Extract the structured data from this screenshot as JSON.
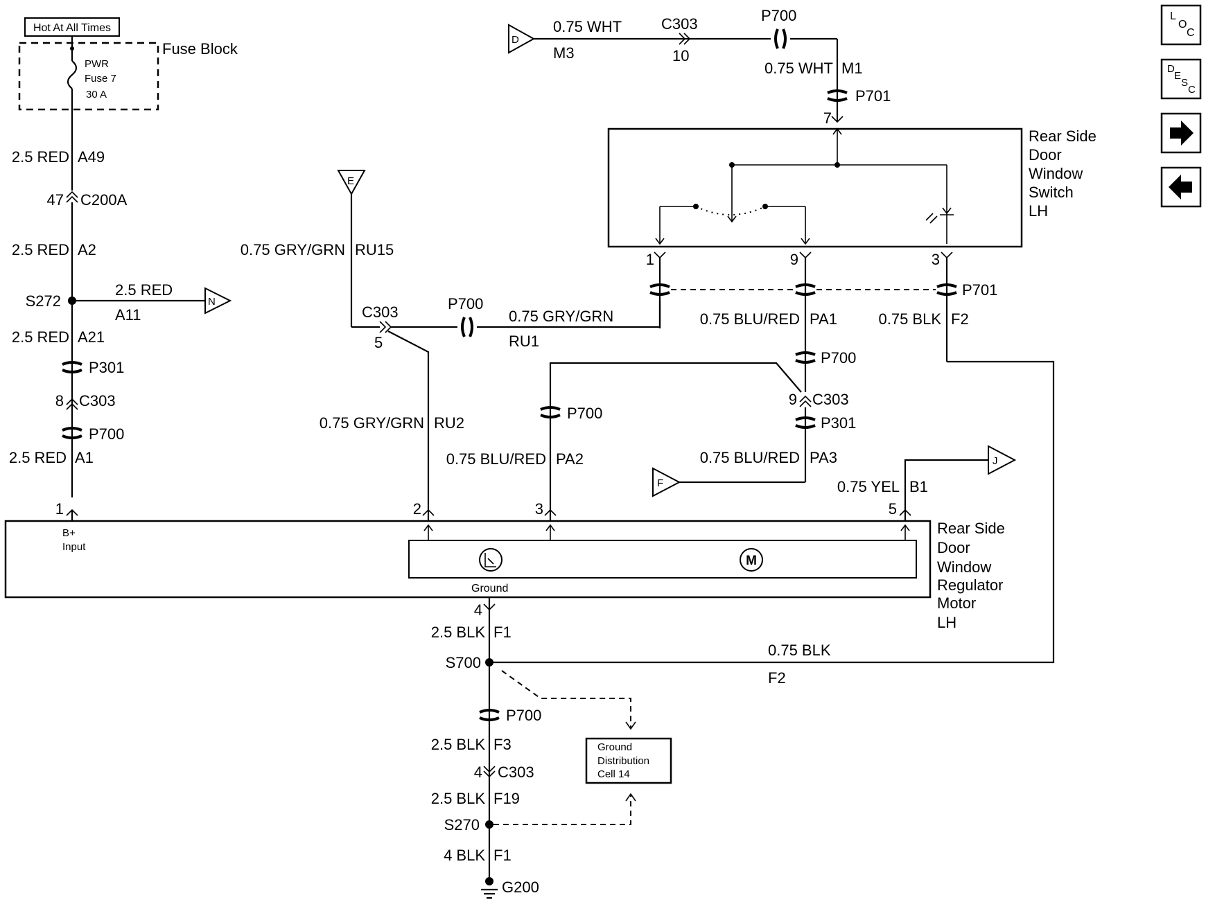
{
  "power": {
    "hot_label": "Hot At All Times",
    "fuse_block_label": "Fuse Block",
    "fuse_pwr": "PWR",
    "fuse_name": "Fuse 7",
    "fuse_rating": "30 A"
  },
  "wires": {
    "red_a49": "2.5 RED",
    "a49": "A49",
    "red_a2": "2.5 RED",
    "a2": "A2",
    "red_a11": "2.5 RED",
    "a11": "A11",
    "red_a21": "2.5 RED",
    "a21": "A21",
    "red_a1": "2.5 RED",
    "a1": "A1",
    "wht_m3": "0.75 WHT",
    "m3": "M3",
    "wht_m1": "0.75 WHT",
    "m1": "M1",
    "gry_ru15": "0.75 GRY/GRN",
    "ru15": "RU15",
    "gry_ru1": "0.75 GRY/GRN",
    "ru1": "RU1",
    "gry_ru2": "0.75 GRY/GRN",
    "ru2": "RU2",
    "blu_pa1": "0.75 BLU/RED",
    "pa1": "PA1",
    "blu_pa2": "0.75 BLU/RED",
    "pa2": "PA2",
    "blu_pa3": "0.75 BLU/RED",
    "pa3": "PA3",
    "blk_f2_top": "0.75 BLK",
    "f2_top": "F2",
    "yel_b1": "0.75 YEL",
    "b1": "B1",
    "blk_f1": "2.5 BLK",
    "f1": "F1",
    "blk_f2": "0.75 BLK",
    "f2": "F2",
    "blk_f3": "2.5 BLK",
    "f3": "F3",
    "blk_f19": "2.5 BLK",
    "f19": "F19",
    "blk_f1b": "4 BLK",
    "f1b": "F1"
  },
  "connectors": {
    "c200a": "C200A",
    "c200a_pin": "47",
    "c303_a": "C303",
    "c303_a_pin": "8",
    "p301_a": "P301",
    "p700_a": "P700",
    "c303_top": "C303",
    "c303_top_pin": "10",
    "p700_top": "P700",
    "p701_top": "P701",
    "p701_pin": "7",
    "c303_mid": "C303",
    "c303_mid_pin": "5",
    "p700_mid": "P700",
    "p701_right": "P701",
    "p700_pa1": "P700",
    "c303_pa": "C303",
    "c303_pa_pin": "9",
    "p301_pa": "P301",
    "p700_pa2": "P700",
    "p700_bot": "P700",
    "c303_bot": "C303",
    "c303_bot_pin": "4"
  },
  "splices": {
    "s272": "S272",
    "s700": "S700",
    "s270": "S270"
  },
  "ground": {
    "g200": "G200",
    "dist_line1": "Ground",
    "dist_line2": "Distribution",
    "dist_line3": "Cell 14"
  },
  "refs": {
    "d": "D",
    "e": "E",
    "n": "N",
    "f": "F",
    "j": "J"
  },
  "switch": {
    "title_lines": [
      "Rear Side",
      "Door",
      "Window",
      "Switch",
      "LH"
    ],
    "pin1": "1",
    "pin9": "9",
    "pin3": "3"
  },
  "motor": {
    "title_lines": [
      "Rear Side",
      "Door",
      "Window",
      "Regulator",
      "Motor",
      "LH"
    ],
    "pin1": "1",
    "pin2": "2",
    "pin3": "3",
    "pin5": "5",
    "pin4": "4",
    "b_plus": "B+",
    "input": "Input",
    "ground_label": "Ground",
    "m_symbol": "M"
  },
  "nav": {
    "loc": [
      "L",
      "O",
      "C"
    ],
    "desc": [
      "D",
      "E",
      "S",
      "C"
    ],
    "next": "→",
    "prev": "←"
  }
}
